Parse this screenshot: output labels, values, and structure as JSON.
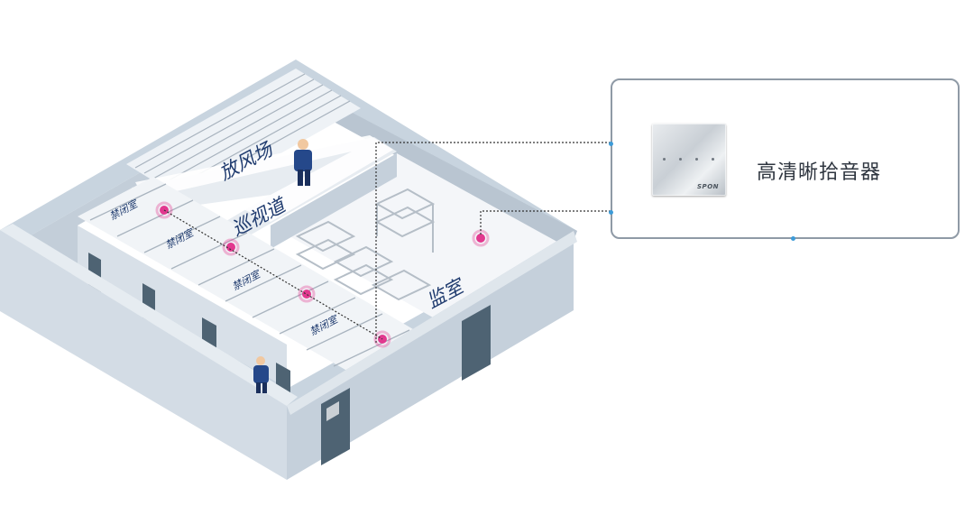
{
  "labels": {
    "yard": "放风场",
    "patrol": "巡视道",
    "cell_room": "监室",
    "confinement": [
      "禁闭室",
      "禁闭室",
      "禁闭室",
      "禁闭室"
    ]
  },
  "callout": {
    "device_name": "高清晰拾音器",
    "device_brand": "SPON"
  },
  "colors": {
    "wall": "#cfd9e3",
    "floor": "#ffffff",
    "sensor": "#e2388f",
    "door": "#4e6373",
    "guard": "#25488a",
    "callout_border": "#8f9aa6"
  },
  "icons": [
    "guard-figure-icon",
    "bunk-bed-icon",
    "cell-door-icon",
    "microphone-sensor-icon"
  ]
}
